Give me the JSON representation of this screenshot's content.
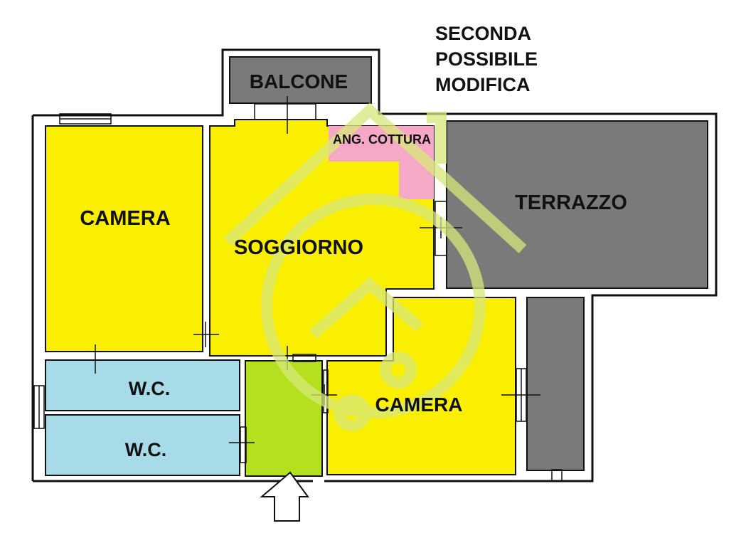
{
  "title": {
    "line1": "SECONDA",
    "line2": "POSSIBILE",
    "line3": "MODIFICA"
  },
  "rooms": {
    "balcone": "BALCONE",
    "camera_left": "CAMERA",
    "soggiorno": "SOGGIORNO",
    "ang_cottura": "ANG. COTTURA",
    "terrazzo": "TERRAZZO",
    "camera_right": "CAMERA",
    "wc_top": "W.C.",
    "wc_bottom": "W.C."
  },
  "colors": {
    "living_area": "#fbef00",
    "kitchen": "#f5a9c6",
    "bathroom": "#a8dbe8",
    "entrance": "#b5e01e",
    "outdoor": "#7a7a7a",
    "wall": "#111111",
    "watermark": "#d8e87a"
  },
  "icons": {
    "entrance_arrow": "up-arrow-outline",
    "watermark": "house-logo-watermark"
  }
}
